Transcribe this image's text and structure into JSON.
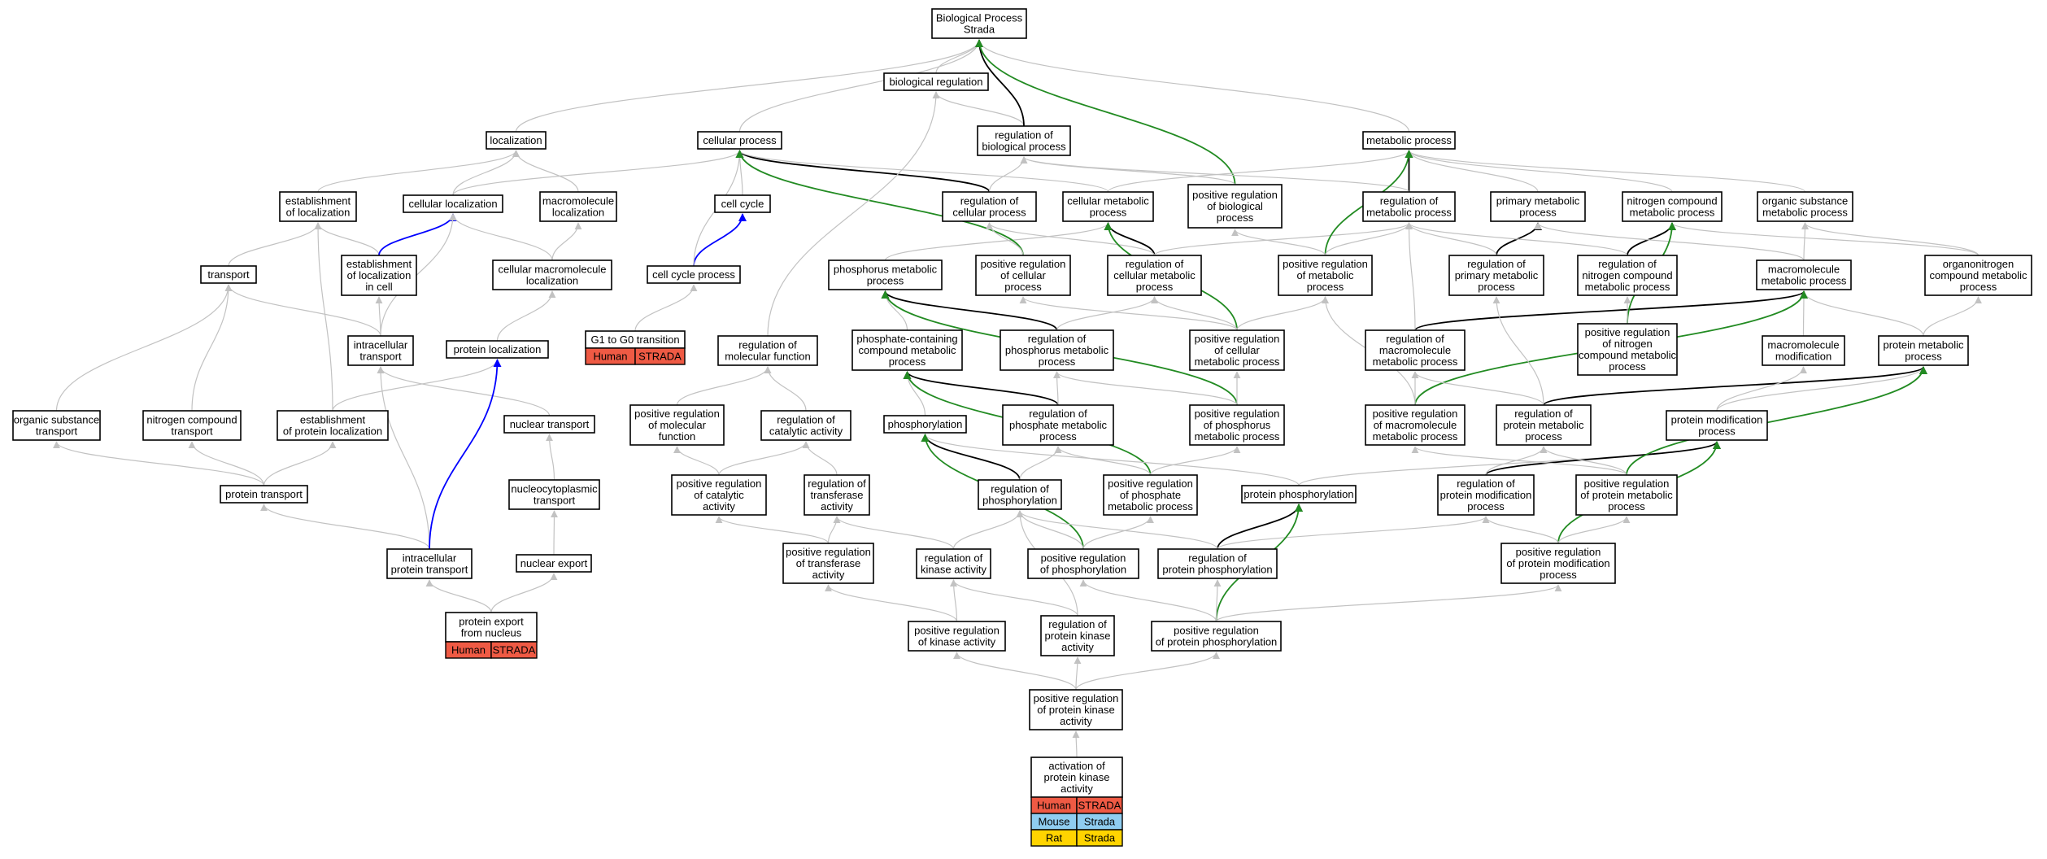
{
  "colors": {
    "gray": "#c2c2c2",
    "black": "#000000",
    "green": "#228b22",
    "blue": "#0000ff",
    "human": "#ef5a44",
    "mouse": "#8fcdf0",
    "rat": "#ffd400"
  },
  "nodes": [
    {
      "id": "bp",
      "lines": [
        "Biological Process",
        "Strada"
      ]
    },
    {
      "id": "breg",
      "lines": [
        "biological regulation"
      ]
    },
    {
      "id": "loc",
      "lines": [
        "localization"
      ]
    },
    {
      "id": "cp",
      "lines": [
        "cellular process"
      ]
    },
    {
      "id": "rbp",
      "lines": [
        "regulation of",
        "biological process"
      ]
    },
    {
      "id": "mp",
      "lines": [
        "metabolic process"
      ]
    },
    {
      "id": "eloc",
      "lines": [
        "establishment",
        "of localization"
      ]
    },
    {
      "id": "cloc",
      "lines": [
        "cellular localization"
      ]
    },
    {
      "id": "mloc",
      "lines": [
        "macromolecule",
        "localization"
      ]
    },
    {
      "id": "cc",
      "lines": [
        "cell cycle"
      ]
    },
    {
      "id": "rcp",
      "lines": [
        "regulation of",
        "cellular process"
      ]
    },
    {
      "id": "cmp",
      "lines": [
        "cellular metabolic",
        "process"
      ]
    },
    {
      "id": "prbp",
      "lines": [
        "positive regulation",
        "of biological",
        "process"
      ]
    },
    {
      "id": "rmp",
      "lines": [
        "regulation of",
        "metabolic process"
      ]
    },
    {
      "id": "pmp",
      "lines": [
        "primary metabolic",
        "process"
      ]
    },
    {
      "id": "ncmp",
      "lines": [
        "nitrogen compound",
        "metabolic process"
      ]
    },
    {
      "id": "osmp",
      "lines": [
        "organic substance",
        "metabolic process"
      ]
    },
    {
      "id": "transport",
      "lines": [
        "transport"
      ]
    },
    {
      "id": "elocc",
      "lines": [
        "establishment",
        "of localization",
        "in cell"
      ]
    },
    {
      "id": "cmloc",
      "lines": [
        "cellular macromolecule",
        "localization"
      ]
    },
    {
      "id": "ccp",
      "lines": [
        "cell cycle process"
      ]
    },
    {
      "id": "phmp",
      "lines": [
        "phosphorus metabolic",
        "process"
      ]
    },
    {
      "id": "prcp",
      "lines": [
        "positive regulation",
        "of cellular",
        "process"
      ]
    },
    {
      "id": "rcmp",
      "lines": [
        "regulation of",
        "cellular metabolic",
        "process"
      ]
    },
    {
      "id": "prmp",
      "lines": [
        "positive regulation",
        "of metabolic",
        "process"
      ]
    },
    {
      "id": "rpmp",
      "lines": [
        "regulation of",
        "primary metabolic",
        "process"
      ]
    },
    {
      "id": "rncmp",
      "lines": [
        "regulation of",
        "nitrogen compound",
        "metabolic process"
      ]
    },
    {
      "id": "macmp",
      "lines": [
        "macromolecule",
        "metabolic process"
      ]
    },
    {
      "id": "oncmp",
      "lines": [
        "organonitrogen",
        "compound metabolic",
        "process"
      ]
    },
    {
      "id": "g1g0",
      "lines": [
        "G1 to G0 transition"
      ]
    },
    {
      "id": "itrans",
      "lines": [
        "intracellular",
        "transport"
      ]
    },
    {
      "id": "ploc",
      "lines": [
        "protein localization"
      ]
    },
    {
      "id": "rmf",
      "lines": [
        "regulation of",
        "molecular function"
      ]
    },
    {
      "id": "pccmp",
      "lines": [
        "phosphate-containing",
        "compound metabolic",
        "process"
      ]
    },
    {
      "id": "rphmp",
      "lines": [
        "regulation of",
        "phosphorus metabolic",
        "process"
      ]
    },
    {
      "id": "prcmp",
      "lines": [
        "positive regulation",
        "of cellular",
        "metabolic process"
      ]
    },
    {
      "id": "rmacmp",
      "lines": [
        "regulation of",
        "macromolecule",
        "metabolic process"
      ]
    },
    {
      "id": "prncmp",
      "lines": [
        "positive regulation",
        "of nitrogen",
        "compound metabolic",
        "process"
      ]
    },
    {
      "id": "macmod",
      "lines": [
        "macromolecule",
        "modification"
      ]
    },
    {
      "id": "protmp",
      "lines": [
        "protein metabolic",
        "process"
      ]
    },
    {
      "id": "ostrans",
      "lines": [
        "organic substance",
        "transport"
      ]
    },
    {
      "id": "nctrans",
      "lines": [
        "nitrogen compound",
        "transport"
      ]
    },
    {
      "id": "eploc",
      "lines": [
        "establishment",
        "of protein localization"
      ]
    },
    {
      "id": "ntrans",
      "lines": [
        "nuclear transport"
      ]
    },
    {
      "id": "prmf",
      "lines": [
        "positive regulation",
        "of molecular",
        "function"
      ]
    },
    {
      "id": "rca",
      "lines": [
        "regulation of",
        "catalytic activity"
      ]
    },
    {
      "id": "phos",
      "lines": [
        "phosphorylation"
      ]
    },
    {
      "id": "rphatemp",
      "lines": [
        "regulation of",
        "phosphate metabolic",
        "process"
      ]
    },
    {
      "id": "prphmp",
      "lines": [
        "positive regulation",
        "of phosphorus",
        "metabolic process"
      ]
    },
    {
      "id": "prmacmp",
      "lines": [
        "positive regulation",
        "of macromolecule",
        "metabolic process"
      ]
    },
    {
      "id": "rprotmp",
      "lines": [
        "regulation of",
        "protein metabolic",
        "process"
      ]
    },
    {
      "id": "pmodp",
      "lines": [
        "protein modification",
        "process"
      ]
    },
    {
      "id": "ptrans",
      "lines": [
        "protein transport"
      ]
    },
    {
      "id": "ncytrans",
      "lines": [
        "nucleocytoplasmic",
        "transport"
      ]
    },
    {
      "id": "prca",
      "lines": [
        "positive regulation",
        "of catalytic",
        "activity"
      ]
    },
    {
      "id": "rta",
      "lines": [
        "regulation of",
        "transferase",
        "activity"
      ]
    },
    {
      "id": "rphos",
      "lines": [
        "regulation of",
        "phosphorylation"
      ]
    },
    {
      "id": "prphatemp",
      "lines": [
        "positive regulation",
        "of phosphate",
        "metabolic process"
      ]
    },
    {
      "id": "pphos",
      "lines": [
        "protein phosphorylation"
      ]
    },
    {
      "id": "rpmodp",
      "lines": [
        "regulation of",
        "protein modification",
        "process"
      ]
    },
    {
      "id": "prprotmp",
      "lines": [
        "positive regulation",
        "of protein metabolic",
        "process"
      ]
    },
    {
      "id": "iptrans",
      "lines": [
        "intracellular",
        "protein transport"
      ]
    },
    {
      "id": "nexp",
      "lines": [
        "nuclear export"
      ]
    },
    {
      "id": "prta",
      "lines": [
        "positive regulation",
        "of transferase",
        "activity"
      ]
    },
    {
      "id": "rka",
      "lines": [
        "regulation of",
        "kinase activity"
      ]
    },
    {
      "id": "prphos",
      "lines": [
        "positive regulation",
        "of phosphorylation"
      ]
    },
    {
      "id": "rpphos",
      "lines": [
        "regulation of",
        "protein phosphorylation"
      ]
    },
    {
      "id": "prpmodp",
      "lines": [
        "positive regulation",
        "of protein modification",
        "process"
      ]
    },
    {
      "id": "pexp",
      "lines": [
        "protein export",
        "from nucleus"
      ]
    },
    {
      "id": "prka",
      "lines": [
        "positive regulation",
        "of kinase activity"
      ]
    },
    {
      "id": "rpka",
      "lines": [
        "regulation of",
        "protein kinase",
        "activity"
      ]
    },
    {
      "id": "prpphos",
      "lines": [
        "positive regulation",
        "of protein phosphorylation"
      ]
    },
    {
      "id": "prpka",
      "lines": [
        "positive regulation",
        "of protein kinase",
        "activity"
      ]
    },
    {
      "id": "apka",
      "lines": [
        "activation of",
        "protein kinase",
        "activity"
      ]
    }
  ],
  "annotations": [
    {
      "node": "g1g0",
      "rows": [
        {
          "species": "Human",
          "gene": "STRADA",
          "color": "human"
        }
      ]
    },
    {
      "node": "pexp",
      "rows": [
        {
          "species": "Human",
          "gene": "STRADA",
          "color": "human"
        }
      ]
    },
    {
      "node": "apka",
      "rows": [
        {
          "species": "Human",
          "gene": "STRADA",
          "color": "human"
        },
        {
          "species": "Mouse",
          "gene": "Strada",
          "color": "mouse"
        },
        {
          "species": "Rat",
          "gene": "Strada",
          "color": "rat"
        }
      ]
    }
  ],
  "edges": [
    [
      "breg",
      "bp",
      "gray"
    ],
    [
      "loc",
      "bp",
      "gray"
    ],
    [
      "cp",
      "bp",
      "gray"
    ],
    [
      "rbp",
      "breg",
      "gray"
    ],
    [
      "rbp",
      "bp",
      "black"
    ],
    [
      "mp",
      "bp",
      "gray"
    ],
    [
      "prbp",
      "bp",
      "green"
    ],
    [
      "prbp",
      "rbp",
      "gray"
    ],
    [
      "osmp",
      "mp",
      "gray"
    ],
    [
      "eloc",
      "loc",
      "gray"
    ],
    [
      "cloc",
      "loc",
      "gray"
    ],
    [
      "mloc",
      "loc",
      "gray"
    ],
    [
      "cloc",
      "cp",
      "gray"
    ],
    [
      "cc",
      "cp",
      "gray"
    ],
    [
      "rcp",
      "cp",
      "black"
    ],
    [
      "rcp",
      "rbp",
      "gray"
    ],
    [
      "cmp",
      "cp",
      "gray"
    ],
    [
      "cmp",
      "mp",
      "gray"
    ],
    [
      "rmp",
      "mp",
      "black"
    ],
    [
      "rmp",
      "rbp",
      "gray"
    ],
    [
      "pmp",
      "mp",
      "gray"
    ],
    [
      "ncmp",
      "mp",
      "gray"
    ],
    [
      "transport",
      "eloc",
      "gray"
    ],
    [
      "elocc",
      "eloc",
      "gray"
    ],
    [
      "elocc",
      "cloc",
      "blue"
    ],
    [
      "cmloc",
      "cloc",
      "gray"
    ],
    [
      "cmloc",
      "mloc",
      "gray"
    ],
    [
      "ccp",
      "cc",
      "blue"
    ],
    [
      "ccp",
      "cp",
      "gray"
    ],
    [
      "phmp",
      "cmp",
      "gray"
    ],
    [
      "prcp",
      "cp",
      "green"
    ],
    [
      "prcp",
      "rcp",
      "gray"
    ],
    [
      "rcmp",
      "cmp",
      "black"
    ],
    [
      "rcmp",
      "rcp",
      "gray"
    ],
    [
      "rcmp",
      "rmp",
      "gray"
    ],
    [
      "prmp",
      "mp",
      "green"
    ],
    [
      "prmp",
      "rmp",
      "gray"
    ],
    [
      "prmp",
      "prbp",
      "gray"
    ],
    [
      "rpmp",
      "pmp",
      "black"
    ],
    [
      "rpmp",
      "rmp",
      "gray"
    ],
    [
      "rncmp",
      "ncmp",
      "black"
    ],
    [
      "rncmp",
      "rmp",
      "gray"
    ],
    [
      "macmp",
      "pmp",
      "gray"
    ],
    [
      "macmp",
      "osmp",
      "gray"
    ],
    [
      "oncmp",
      "ncmp",
      "gray"
    ],
    [
      "oncmp",
      "osmp",
      "gray"
    ],
    [
      "g1g0",
      "ccp",
      "gray"
    ],
    [
      "itrans",
      "transport",
      "gray"
    ],
    [
      "itrans",
      "elocc",
      "gray"
    ],
    [
      "itrans",
      "cloc",
      "gray"
    ],
    [
      "ploc",
      "cmloc",
      "gray"
    ],
    [
      "rmf",
      "breg",
      "gray"
    ],
    [
      "pccmp",
      "phmp",
      "gray"
    ],
    [
      "rphmp",
      "phmp",
      "black"
    ],
    [
      "rphmp",
      "rcmp",
      "gray"
    ],
    [
      "prcmp",
      "cmp",
      "green"
    ],
    [
      "prcmp",
      "rcmp",
      "gray"
    ],
    [
      "prcmp",
      "prcp",
      "gray"
    ],
    [
      "prcmp",
      "prmp",
      "gray"
    ],
    [
      "rmacmp",
      "macmp",
      "black"
    ],
    [
      "rmacmp",
      "rmp",
      "gray"
    ],
    [
      "prncmp",
      "ncmp",
      "green"
    ],
    [
      "prncmp",
      "rncmp",
      "gray"
    ],
    [
      "macmod",
      "macmp",
      "gray"
    ],
    [
      "protmp",
      "macmp",
      "gray"
    ],
    [
      "protmp",
      "oncmp",
      "gray"
    ],
    [
      "ostrans",
      "transport",
      "gray"
    ],
    [
      "nctrans",
      "transport",
      "gray"
    ],
    [
      "eploc",
      "ploc",
      "gray"
    ],
    [
      "eploc",
      "eloc",
      "gray"
    ],
    [
      "ntrans",
      "itrans",
      "gray"
    ],
    [
      "prmf",
      "rmf",
      "gray"
    ],
    [
      "rca",
      "rmf",
      "gray"
    ],
    [
      "phos",
      "pccmp",
      "gray"
    ],
    [
      "rphatemp",
      "pccmp",
      "black"
    ],
    [
      "rphatemp",
      "rphmp",
      "gray"
    ],
    [
      "prphmp",
      "phmp",
      "green"
    ],
    [
      "prphmp",
      "rphmp",
      "gray"
    ],
    [
      "prphmp",
      "prcmp",
      "gray"
    ],
    [
      "prmacmp",
      "macmp",
      "green"
    ],
    [
      "prmacmp",
      "rmacmp",
      "gray"
    ],
    [
      "prmacmp",
      "prmp",
      "gray"
    ],
    [
      "rprotmp",
      "protmp",
      "black"
    ],
    [
      "rprotmp",
      "rmacmp",
      "gray"
    ],
    [
      "rprotmp",
      "rpmp",
      "gray"
    ],
    [
      "pmodp",
      "macmod",
      "gray"
    ],
    [
      "pmodp",
      "protmp",
      "gray"
    ],
    [
      "ptrans",
      "ostrans",
      "gray"
    ],
    [
      "ptrans",
      "nctrans",
      "gray"
    ],
    [
      "ptrans",
      "eploc",
      "gray"
    ],
    [
      "ncytrans",
      "ntrans",
      "gray"
    ],
    [
      "prca",
      "prmf",
      "gray"
    ],
    [
      "prca",
      "rca",
      "gray"
    ],
    [
      "rta",
      "rca",
      "gray"
    ],
    [
      "rphos",
      "phos",
      "black"
    ],
    [
      "rphos",
      "rphatemp",
      "gray"
    ],
    [
      "prphatemp",
      "pccmp",
      "green"
    ],
    [
      "prphatemp",
      "rphatemp",
      "gray"
    ],
    [
      "prphatemp",
      "prphmp",
      "gray"
    ],
    [
      "pphos",
      "phos",
      "gray"
    ],
    [
      "pphos",
      "pmodp",
      "gray"
    ],
    [
      "rpmodp",
      "pmodp",
      "black"
    ],
    [
      "rpmodp",
      "rprotmp",
      "gray"
    ],
    [
      "prprotmp",
      "protmp",
      "green"
    ],
    [
      "prprotmp",
      "rprotmp",
      "gray"
    ],
    [
      "prprotmp",
      "prmacmp",
      "gray"
    ],
    [
      "iptrans",
      "ptrans",
      "gray"
    ],
    [
      "iptrans",
      "itrans",
      "gray"
    ],
    [
      "iptrans",
      "ploc",
      "blue"
    ],
    [
      "nexp",
      "ncytrans",
      "gray"
    ],
    [
      "prta",
      "prca",
      "gray"
    ],
    [
      "prta",
      "rta",
      "gray"
    ],
    [
      "rka",
      "rta",
      "gray"
    ],
    [
      "rka",
      "rphos",
      "gray"
    ],
    [
      "prphos",
      "phos",
      "green"
    ],
    [
      "prphos",
      "rphos",
      "gray"
    ],
    [
      "prphos",
      "prphatemp",
      "gray"
    ],
    [
      "rpphos",
      "pphos",
      "black"
    ],
    [
      "rpphos",
      "rphos",
      "gray"
    ],
    [
      "rpphos",
      "rpmodp",
      "gray"
    ],
    [
      "prpmodp",
      "pmodp",
      "green"
    ],
    [
      "prpmodp",
      "rpmodp",
      "gray"
    ],
    [
      "prpmodp",
      "prprotmp",
      "gray"
    ],
    [
      "pexp",
      "iptrans",
      "gray"
    ],
    [
      "pexp",
      "nexp",
      "gray"
    ],
    [
      "prka",
      "rka",
      "gray"
    ],
    [
      "prka",
      "prta",
      "gray"
    ],
    [
      "rpka",
      "rka",
      "gray"
    ],
    [
      "rpka",
      "rphos",
      "gray"
    ],
    [
      "prpphos",
      "pphos",
      "green"
    ],
    [
      "prpphos",
      "rpphos",
      "gray"
    ],
    [
      "prpphos",
      "prphos",
      "gray"
    ],
    [
      "prpphos",
      "prpmodp",
      "gray"
    ],
    [
      "prpka",
      "prka",
      "gray"
    ],
    [
      "prpka",
      "rpka",
      "gray"
    ],
    [
      "prpka",
      "prpphos",
      "gray"
    ],
    [
      "apka",
      "prpka",
      "gray"
    ]
  ]
}
